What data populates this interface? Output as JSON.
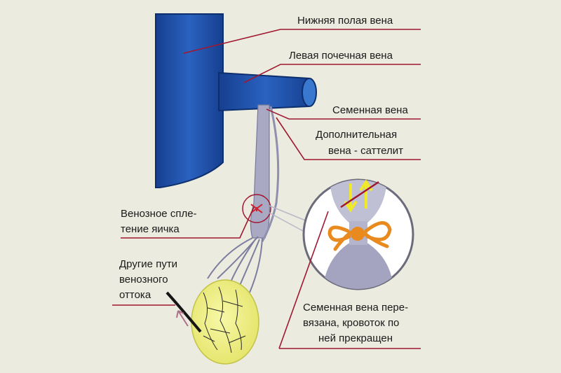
{
  "labels": {
    "vena_cava": "Нижняя полая вена",
    "renal_vein": "Левая почечная вена",
    "spermatic_vein": "Семенная вена",
    "satellite_line1": "Дополнительная",
    "satellite_line2": "вена - саттелит",
    "plexus_line1": "Венозное спле-",
    "plexus_line2": "тение яичка",
    "other_line1": "Другие пути",
    "other_line2": "венозного",
    "other_line3": "оттока",
    "ligated_line1": "Семенная вена пере-",
    "ligated_line2": "вязана, кровоток по",
    "ligated_line3": "ней прекращен"
  },
  "colors": {
    "background": "#ebebdf",
    "vein_blue": "#1a4fa8",
    "vein_blue_light": "#3a78d0",
    "vein_gray": "#a9a9c4",
    "testis_yellow": "#eeee80",
    "ligature_orange": "#e88a1e",
    "leader_red": "#a01830",
    "arrow_yellow": "#f1e82a"
  }
}
